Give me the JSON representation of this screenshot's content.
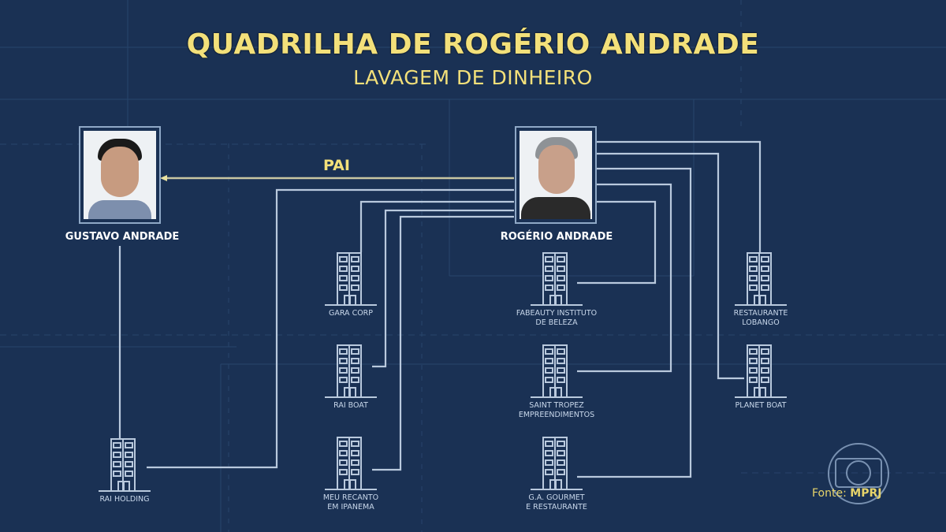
{
  "header": {
    "title": "QUADRILHA DE ROGÉRIO ANDRADE",
    "subtitle": "LAVAGEM DE DINHEIRO"
  },
  "people": [
    {
      "id": "gustavo",
      "name": "GUSTAVO ANDRADE"
    },
    {
      "id": "rogerio",
      "name": "ROGÉRIO ANDRADE"
    }
  ],
  "relationship": {
    "from": "ROGÉRIO ANDRADE",
    "to": "GUSTAVO ANDRADE",
    "label": "PAI"
  },
  "companies": [
    {
      "id": "rai-holding",
      "line1": "RAI HOLDING",
      "line2": "",
      "owner": "GUSTAVO ANDRADE"
    },
    {
      "id": "gara-corp",
      "line1": "GARA CORP",
      "line2": "",
      "owner": "ROGÉRIO ANDRADE"
    },
    {
      "id": "rai-boat",
      "line1": "RAI BOAT",
      "line2": "",
      "owner": "ROGÉRIO ANDRADE"
    },
    {
      "id": "meu-recanto",
      "line1": "MEU RECANTO",
      "line2": "EM IPANEMA",
      "owner": "ROGÉRIO ANDRADE"
    },
    {
      "id": "fabeauty",
      "line1": "FABEAUTY INSTITUTO",
      "line2": "DE BELEZA",
      "owner": "ROGÉRIO ANDRADE"
    },
    {
      "id": "saint-tropez",
      "line1": "SAINT TROPEZ",
      "line2": "EMPREENDIMENTOS",
      "owner": "ROGÉRIO ANDRADE"
    },
    {
      "id": "ga-gourmet",
      "line1": "G.A. GOURMET",
      "line2": "E RESTAURANTE",
      "owner": "ROGÉRIO ANDRADE"
    },
    {
      "id": "restaurante-lobango",
      "line1": "RESTAURANTE",
      "line2": "LOBANGO",
      "owner": "ROGÉRIO ANDRADE"
    },
    {
      "id": "planet-boat",
      "line1": "PLANET BOAT",
      "line2": "",
      "owner": "ROGÉRIO ANDRADE"
    }
  ],
  "footer": {
    "source_prefix": "Fonte: ",
    "source_name": "MPRJ"
  },
  "colors": {
    "background": "#1a3154",
    "title": "#f3e07a",
    "lines": "#b9c9dd",
    "pai_line": "#c9c6a2"
  }
}
